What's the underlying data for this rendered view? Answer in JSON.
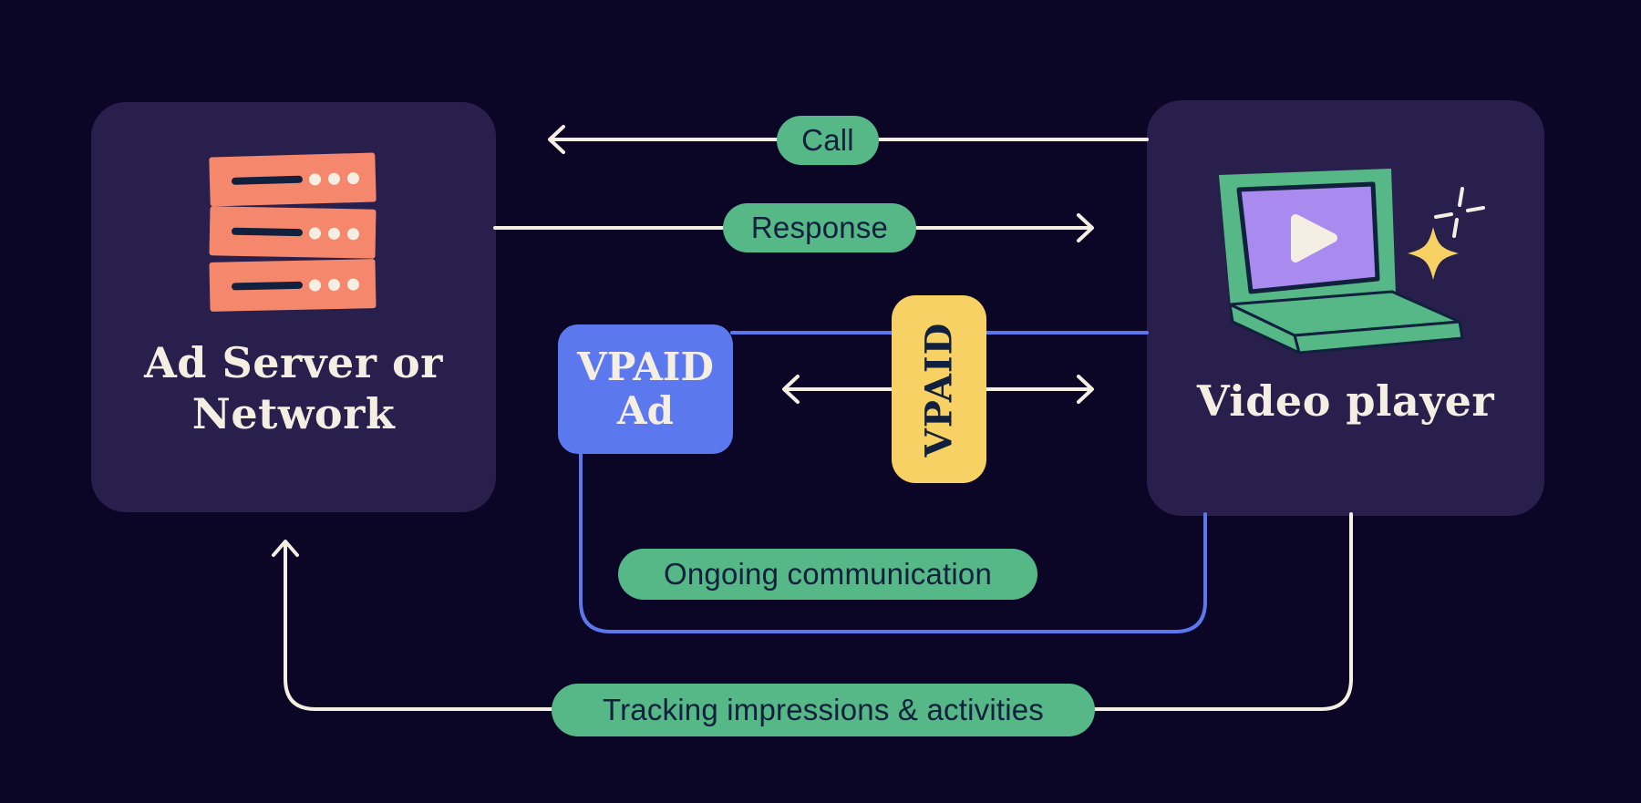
{
  "palette": {
    "bg": "#0c0626",
    "card": "#281f4d",
    "cream": "#f5efe3",
    "green": "#56b787",
    "orange": "#f5886c",
    "blue": "#5b78ee",
    "yellow": "#f8d164",
    "purple": "#a98bf0",
    "ink": "#11203c"
  },
  "nodes": {
    "ad_server": {
      "label": "Ad Server or Network"
    },
    "video_player": {
      "label": "Video player"
    },
    "vpaid_ad": {
      "line1": "VPAID",
      "line2": "Ad"
    },
    "vpaid_bridge": {
      "label": "VPAID"
    }
  },
  "flow_labels": {
    "call": "Call",
    "response": "Response",
    "ongoing": "Ongoing communication",
    "tracking": "Tracking impressions & activities"
  },
  "icons": {
    "ad_server": "server-icon",
    "video_player": "laptop-icon"
  }
}
